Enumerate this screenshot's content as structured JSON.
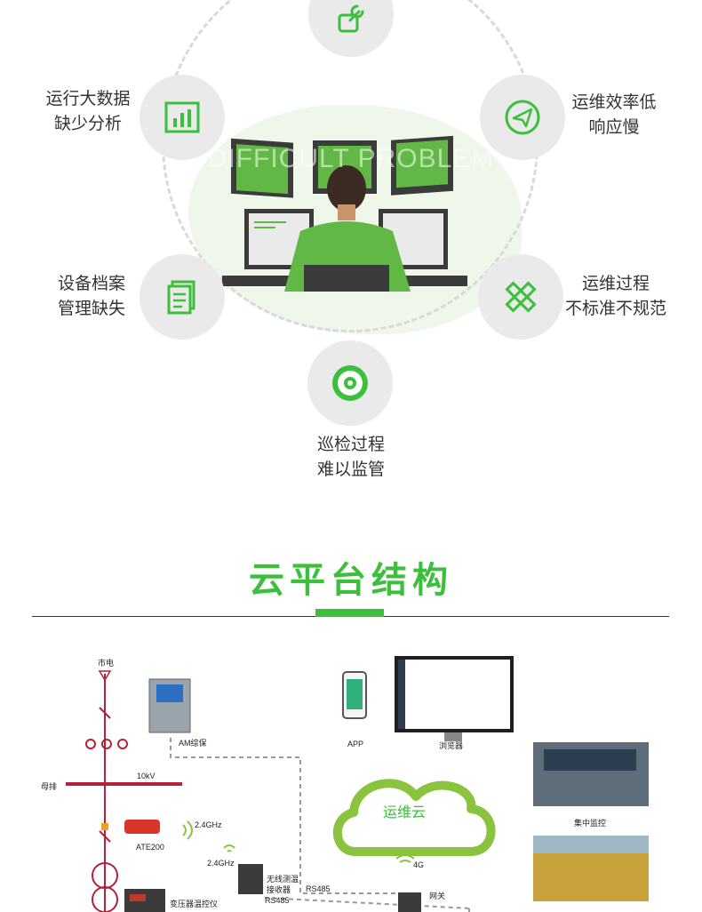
{
  "hub": {
    "watermark": "DIFFICULT PROBLEM",
    "nodes": [
      {
        "id": "top",
        "icon": "wrench-icon",
        "lines": []
      },
      {
        "id": "left-upper",
        "icon": "bar-chart-icon",
        "lines": [
          "运行大数据",
          "缺少分析"
        ]
      },
      {
        "id": "right-upper",
        "icon": "paper-plane-icon",
        "lines": [
          "运维效率低",
          "响应慢"
        ]
      },
      {
        "id": "left-lower",
        "icon": "documents-icon",
        "lines": [
          "设备档案",
          "管理缺失"
        ]
      },
      {
        "id": "right-lower",
        "icon": "pencil-ruler-icon",
        "lines": [
          "运维过程",
          "不标准不规范"
        ]
      },
      {
        "id": "bottom",
        "icon": "target-icon",
        "lines": [
          "巡检过程",
          "难以监管"
        ]
      }
    ],
    "accent": "#3cbf3c"
  },
  "section": {
    "title": "云平台结构"
  },
  "diagram": {
    "grid_power": "市电",
    "busbar": "母排",
    "voltage": "10kV",
    "protection": "AM综保",
    "sensor": "ATE200",
    "freq_a": "2.4GHz",
    "freq_b": "2.4GHz",
    "receiver": [
      "无线测温",
      "接收器"
    ],
    "rs485_a": "RS485",
    "rs485_b": "RS485",
    "transformer": "变压器温控仪",
    "cloud": "运维云",
    "net_4g": "4G",
    "gateway": "网关",
    "app": "APP",
    "browser": "浏览器",
    "central_monitor": "集中监控"
  }
}
